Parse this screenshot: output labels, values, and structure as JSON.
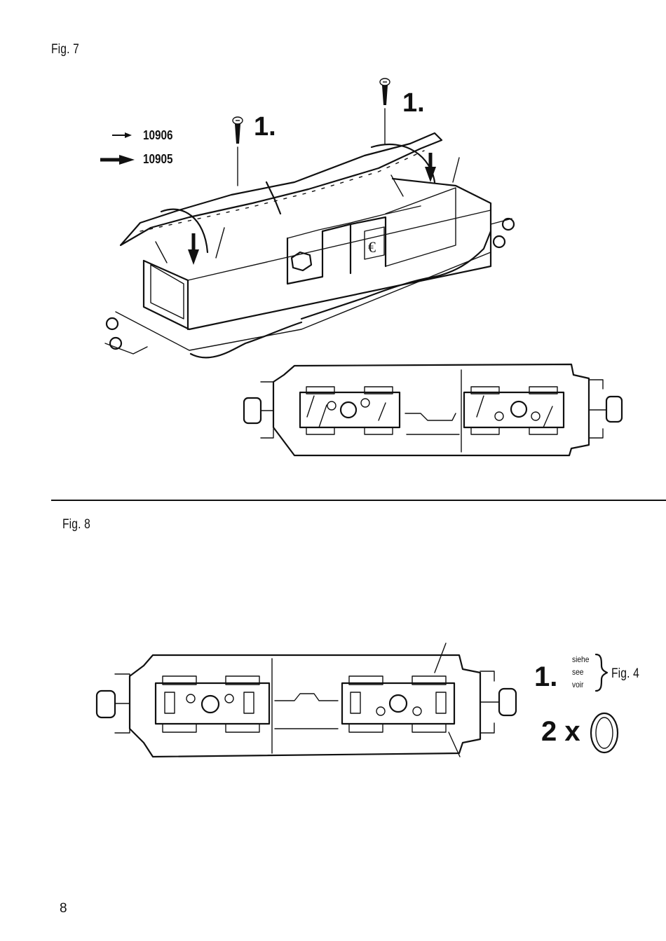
{
  "fig7": {
    "label": "Fig. 7",
    "legend": [
      {
        "number": "10906",
        "arrow": "thin-arrow-icon"
      },
      {
        "number": "10905",
        "arrow": "thick-arrow-icon"
      }
    ],
    "step_left": "1.",
    "step_right": "1."
  },
  "fig8": {
    "label": "Fig. 8",
    "step": "1.",
    "refs": [
      "siehe",
      "see",
      "voir"
    ],
    "ref_target": "Fig. 4",
    "quantity": "2 x"
  },
  "page_number": "8",
  "colors": {
    "ink": "#111111",
    "paper": "#ffffff"
  }
}
